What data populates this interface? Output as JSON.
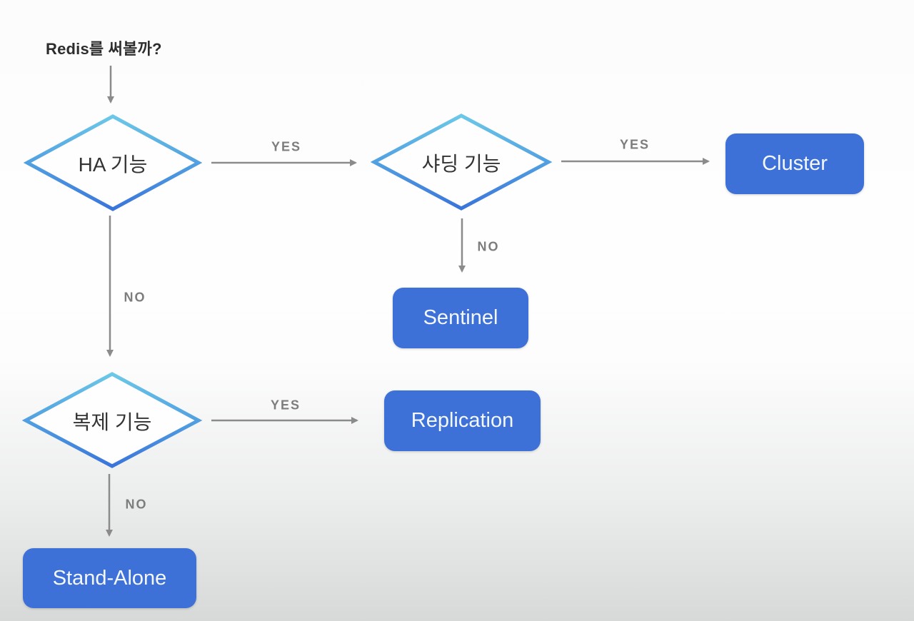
{
  "diagram": {
    "title": "Redis를 써볼까?",
    "edge_labels": {
      "yes": "YES",
      "no": "NO"
    },
    "decisions": [
      {
        "id": "ha",
        "label": "HA 기능"
      },
      {
        "id": "sharding",
        "label": "샤딩 기능"
      },
      {
        "id": "replication",
        "label": "복제 기능"
      }
    ],
    "outcomes": [
      {
        "id": "cluster",
        "label": "Cluster"
      },
      {
        "id": "sentinel",
        "label": "Sentinel"
      },
      {
        "id": "replication",
        "label": "Replication"
      },
      {
        "id": "standalone",
        "label": "Stand-Alone"
      }
    ],
    "flow": [
      {
        "from": "start",
        "to": "ha"
      },
      {
        "from": "ha",
        "to": "sharding",
        "label": "YES"
      },
      {
        "from": "ha",
        "to": "replication",
        "label": "NO"
      },
      {
        "from": "sharding",
        "to": "cluster",
        "label": "YES"
      },
      {
        "from": "sharding",
        "to": "sentinel",
        "label": "NO"
      },
      {
        "from": "replication",
        "to": "Replication",
        "label": "YES"
      },
      {
        "from": "replication",
        "to": "standalone",
        "label": "NO"
      }
    ],
    "colors": {
      "button_blue": "#3e71d8",
      "button_text": "#f4f7fd",
      "diamond_gradient_top": "#6cc8e8",
      "diamond_gradient_bottom": "#3a75da",
      "arrow_gray": "#8b8b8b",
      "background_top": "#fcfcfc",
      "background_bottom": "#d7d9d9"
    }
  }
}
